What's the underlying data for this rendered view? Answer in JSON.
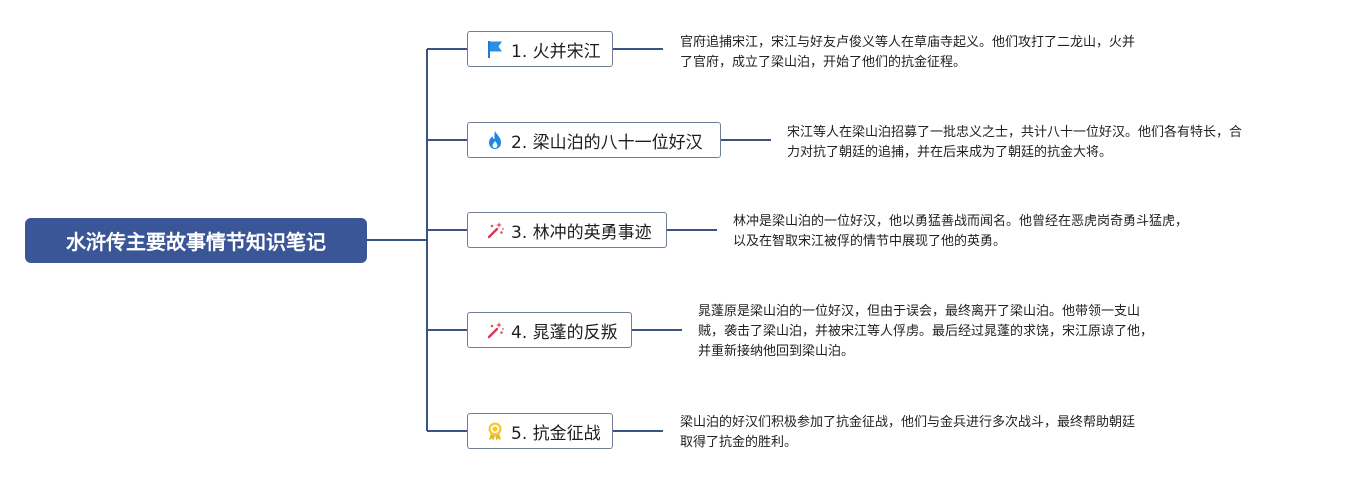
{
  "root": {
    "title": "水浒传主要故事情节知识笔记"
  },
  "colors": {
    "root_bg": "#3b5697",
    "connector": "#3b5380",
    "branch_border": "#6f7e96"
  },
  "branches": [
    {
      "icon": "flag-icon",
      "label": "1. 火并宋江",
      "desc_lines": [
        "官府追捕宋江，宋江与好友卢俊义等人在草庙寺起义。他们攻打了二龙山，火并",
        "了官府，成立了梁山泊，开始了他们的抗金征程。"
      ]
    },
    {
      "icon": "fire-icon",
      "label": "2. 梁山泊的八十一位好汉",
      "desc_lines": [
        "宋江等人在梁山泊招募了一批忠义之士，共计八十一位好汉。他们各有特长，合",
        "力对抗了朝廷的追捕，并在后来成为了朝廷的抗金大将。"
      ]
    },
    {
      "icon": "magic-wand-icon",
      "label": "3. 林冲的英勇事迹",
      "desc_lines": [
        "林冲是梁山泊的一位好汉，他以勇猛善战而闻名。他曾经在恶虎岗奇勇斗猛虎，",
        "以及在智取宋江被俘的情节中展现了他的英勇。"
      ]
    },
    {
      "icon": "magic-wand-icon",
      "label": "4. 晁蓬的反叛",
      "desc_lines": [
        "晁蓬原是梁山泊的一位好汉，但由于误会，最终离开了梁山泊。他带领一支山",
        "贼，袭击了梁山泊，并被宋江等人俘虏。最后经过晁蓬的求饶，宋江原谅了他，",
        "并重新接纳他回到梁山泊。"
      ]
    },
    {
      "icon": "medal-icon",
      "label": "5. 抗金征战",
      "desc_lines": [
        "梁山泊的好汉们积极参加了抗金征战，他们与金兵进行多次战斗，最终帮助朝廷",
        "取得了抗金的胜利。"
      ]
    }
  ]
}
